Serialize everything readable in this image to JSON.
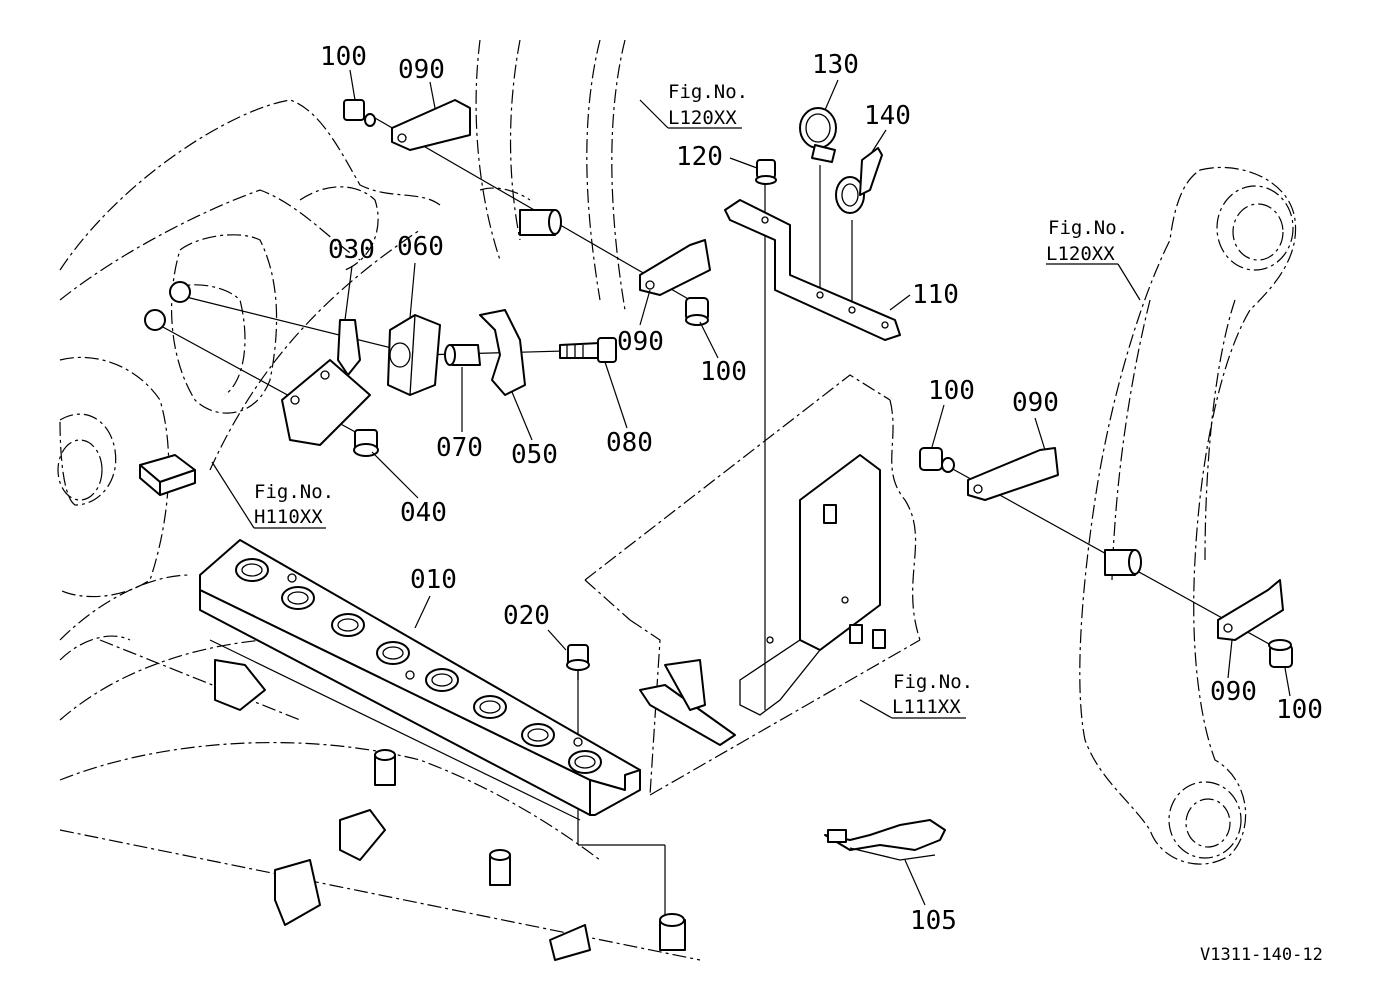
{
  "parts": [
    "010",
    "020",
    "030",
    "040",
    "050",
    "060",
    "070",
    "080",
    "090",
    "100",
    "105",
    "110",
    "120",
    "130",
    "140"
  ],
  "labels": {
    "l100a": "100",
    "l090a": "090",
    "l090b": "090",
    "l100b": "100",
    "l120": "120",
    "l130": "130",
    "l140": "140",
    "l110": "110",
    "l030": "030",
    "l060": "060",
    "l070": "070",
    "l050": "050",
    "l080": "080",
    "l040": "040",
    "l010": "010",
    "l020": "020",
    "l100c": "100",
    "l090c": "090",
    "l090d": "090",
    "l100d": "100",
    "l105": "105"
  },
  "references": {
    "fig1": {
      "prefix": "Fig.No.",
      "code": "L120XX"
    },
    "fig2": {
      "prefix": "Fig.No.",
      "code": "L120XX"
    },
    "fig3": {
      "prefix": "Fig.No.",
      "code": "H110XX"
    },
    "fig4": {
      "prefix": "Fig.No.",
      "code": "L111XX"
    }
  },
  "drawing_number": "V1311-140-12"
}
